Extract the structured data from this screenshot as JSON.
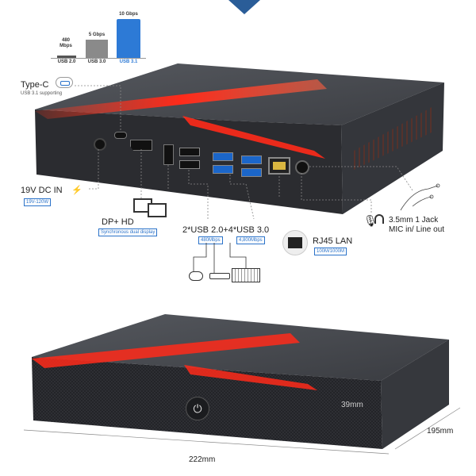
{
  "speed_chart": {
    "bars": [
      {
        "name": "USB 2.0",
        "speed": "480 Mbps",
        "color": "#555555"
      },
      {
        "name": "USB 3.0",
        "speed": "5 Gbps",
        "color": "#8a8a8a"
      },
      {
        "name": "USB 3.1",
        "speed": "10 Gbps",
        "color": "#2d7ad6"
      }
    ]
  },
  "ports": {
    "typec": {
      "title": "Type-C",
      "sub": "USB 3.1 supporting"
    },
    "dc": {
      "title": "19V DC IN",
      "badge": "19V-120W"
    },
    "display": {
      "title": "DP+ HD",
      "badge": "Synchronous dual display"
    },
    "usb": {
      "title": "2*USB 2.0+4*USB 3.0",
      "badge_left": "480Mbps",
      "badge_right": "4,800Mbps"
    },
    "lan": {
      "title": "RJ45 LAN",
      "badge": "100M/1000M"
    },
    "audio": {
      "title": "3.5mm 1 Jack",
      "sub": "MIC in/ Line out"
    }
  },
  "dimensions": {
    "height": "39mm",
    "depth": "195mm",
    "width": "222mm"
  },
  "colors": {
    "accent_red": "#ff2a1a",
    "chassis": "#3d3f44",
    "label_blue": "#2a72c9"
  }
}
